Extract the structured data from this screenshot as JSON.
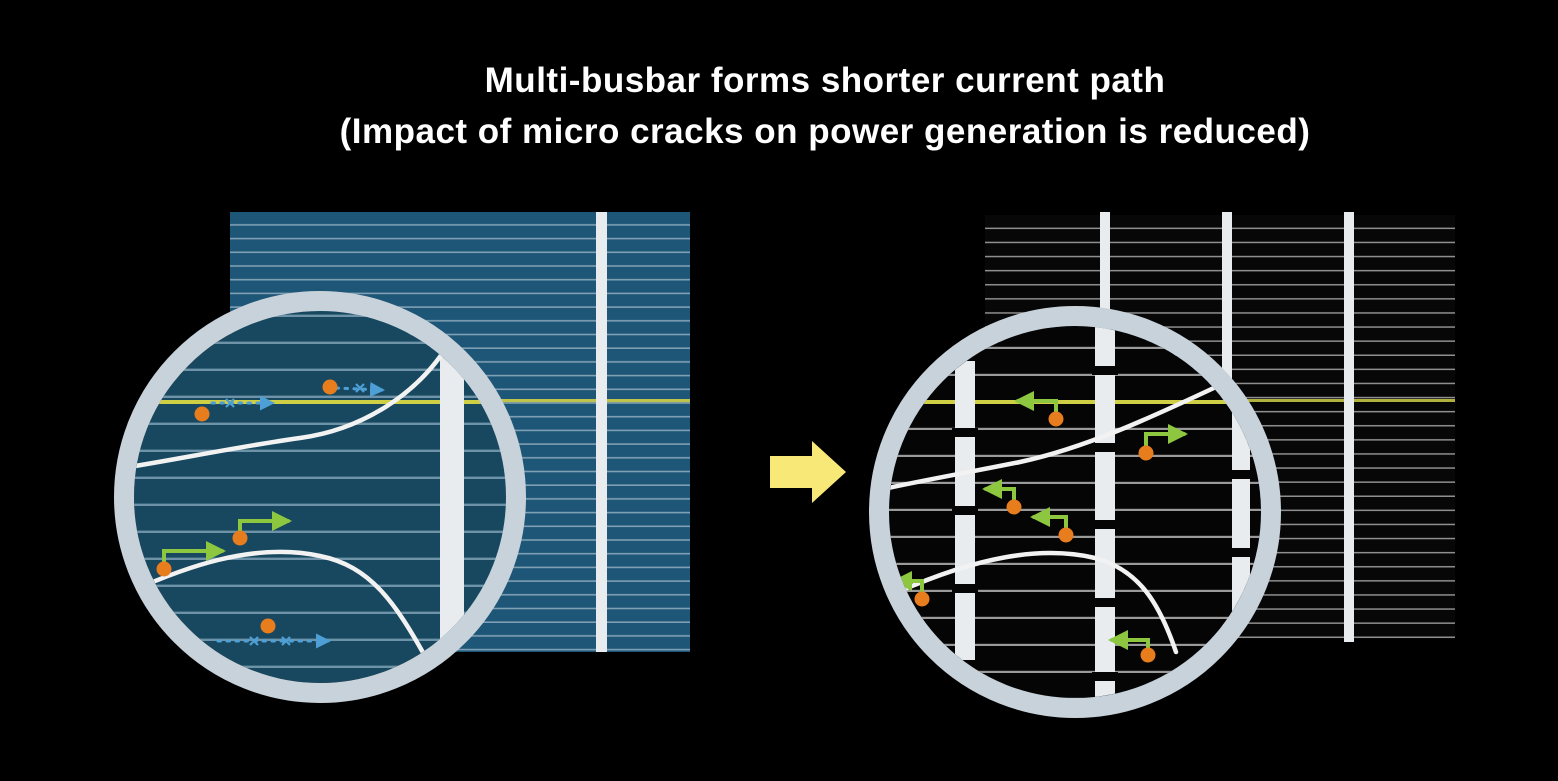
{
  "title": {
    "line1": "Multi-busbar forms shorter current path",
    "line2": "(Impact of micro cracks on power generation is reduced)"
  },
  "colors": {
    "background": "#000000",
    "title_text": "#ffffff",
    "cell_blue": "#1e5677",
    "cell_blue_zoom": "#17485f",
    "cell_black": "#070707",
    "finger_line_blue": "#7fa0b4",
    "finger_line_gray": "#8f8f8f",
    "busbar_white": "#e8ecef",
    "magnifier_ring": "#c8d2da",
    "crack_white": "#f2f2f2",
    "current_path_blue": "#4d9fd6",
    "current_path_green": "#8dc63f",
    "electron_orange": "#e87d1e",
    "highlight_finger_yellow": "#cfcf46",
    "transition_arrow_yellow": "#f7e878"
  },
  "panels": {
    "left": {
      "description_icon": "conventional-busbar-cell",
      "visible_busbars": "1"
    },
    "right": {
      "description_icon": "multi-busbar-cell",
      "visible_busbars": "3"
    }
  }
}
